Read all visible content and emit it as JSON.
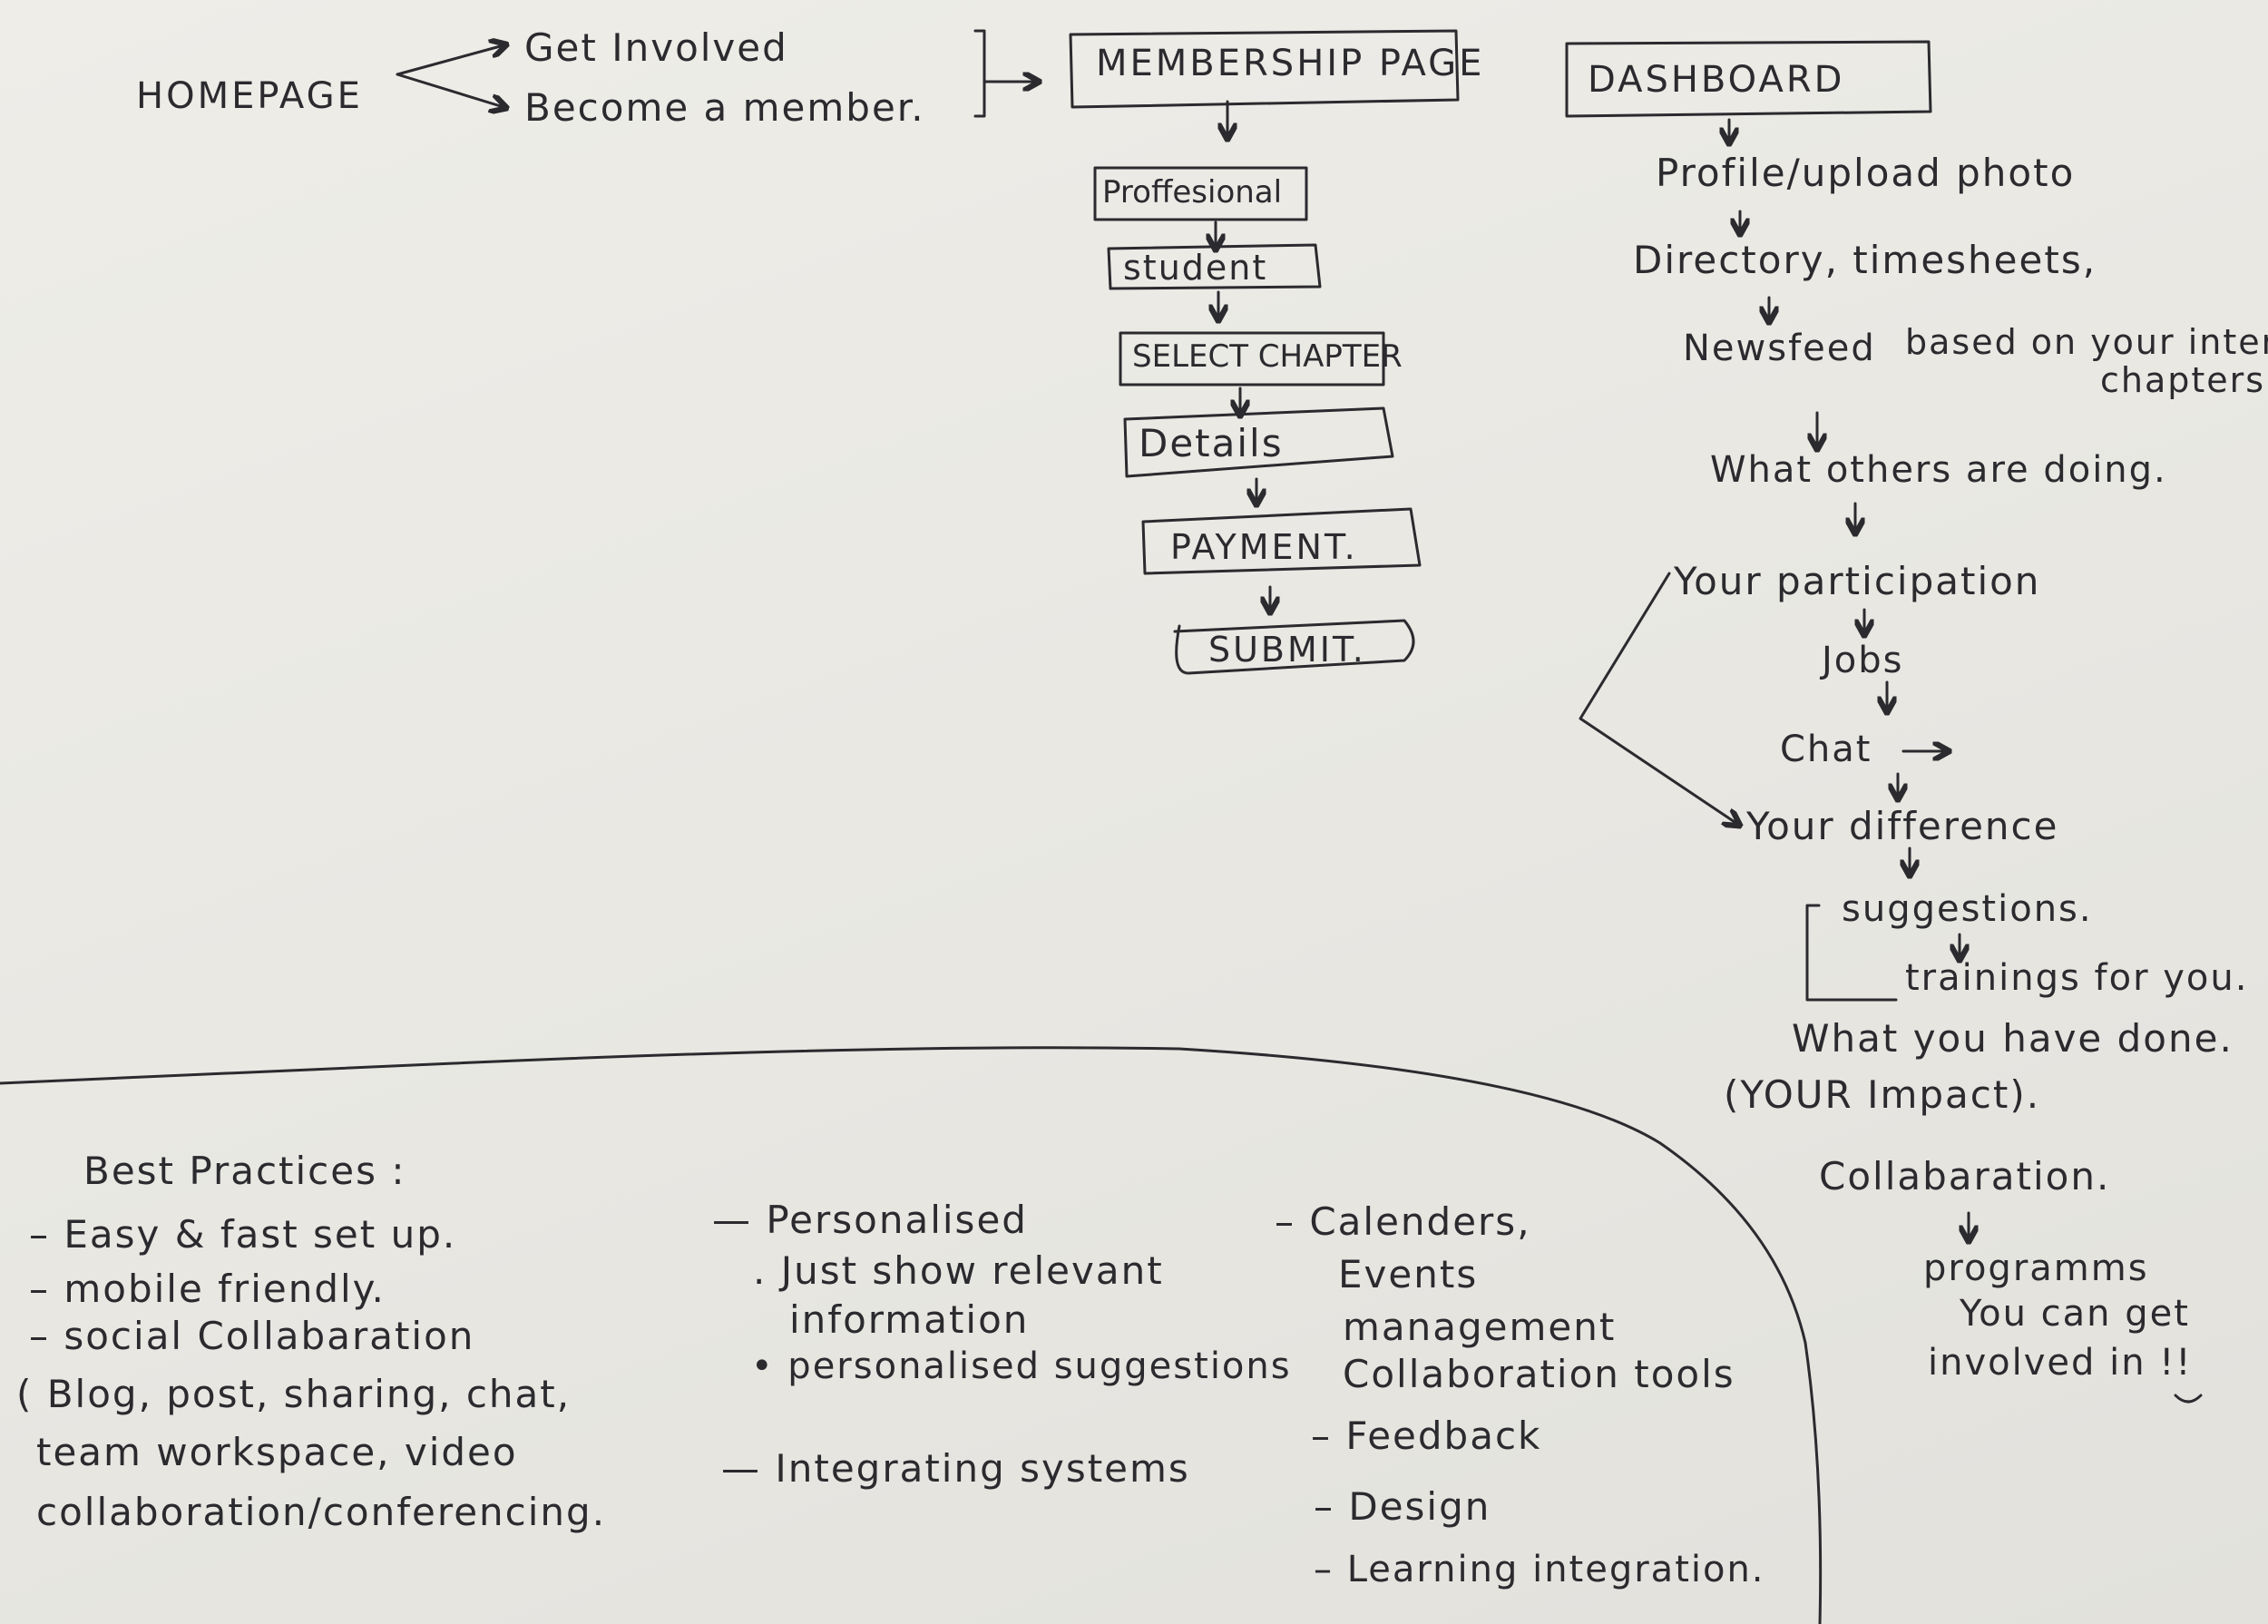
{
  "flow": {
    "homepage": "HOMEPAGE",
    "get_involved": "Get Involved",
    "become_member": "Become a member.",
    "membership_page": "MEMBERSHIP PAGE",
    "steps": [
      "Proffesional",
      "student",
      "SELECT CHAPTER",
      "Details",
      "PAYMENT.",
      "SUBMIT."
    ]
  },
  "dashboard": {
    "title": "DASHBOARD",
    "items": [
      "Profile/upload photo",
      "Directory, timesheets,",
      "Newsfeed",
      "based on your inter/",
      "chapters",
      "What others are doing.",
      "Your participation",
      "Jobs",
      "Chat",
      "Your difference",
      "suggestions.",
      "trainings for you.",
      "What you have done.",
      "(YOUR Impact).",
      "Collabaration.",
      "programms",
      "You can get",
      "involved in !!"
    ]
  },
  "best_practices": {
    "title": "Best Practices :",
    "col1": [
      "– Easy & fast set up.",
      "– mobile friendly.",
      "– social Collabaration",
      "( Blog, post, sharing, chat,",
      "team workspace, video",
      "collaboration/conferencing."
    ],
    "col2": [
      "— Personalised",
      ". Just show relevant",
      "information",
      "• personalised suggestions",
      "— Integrating systems"
    ],
    "col3": [
      "– Calenders,",
      "Events",
      "management",
      "Collaboration tools",
      "– Feedback",
      "– Design",
      "– Learning integration."
    ]
  }
}
